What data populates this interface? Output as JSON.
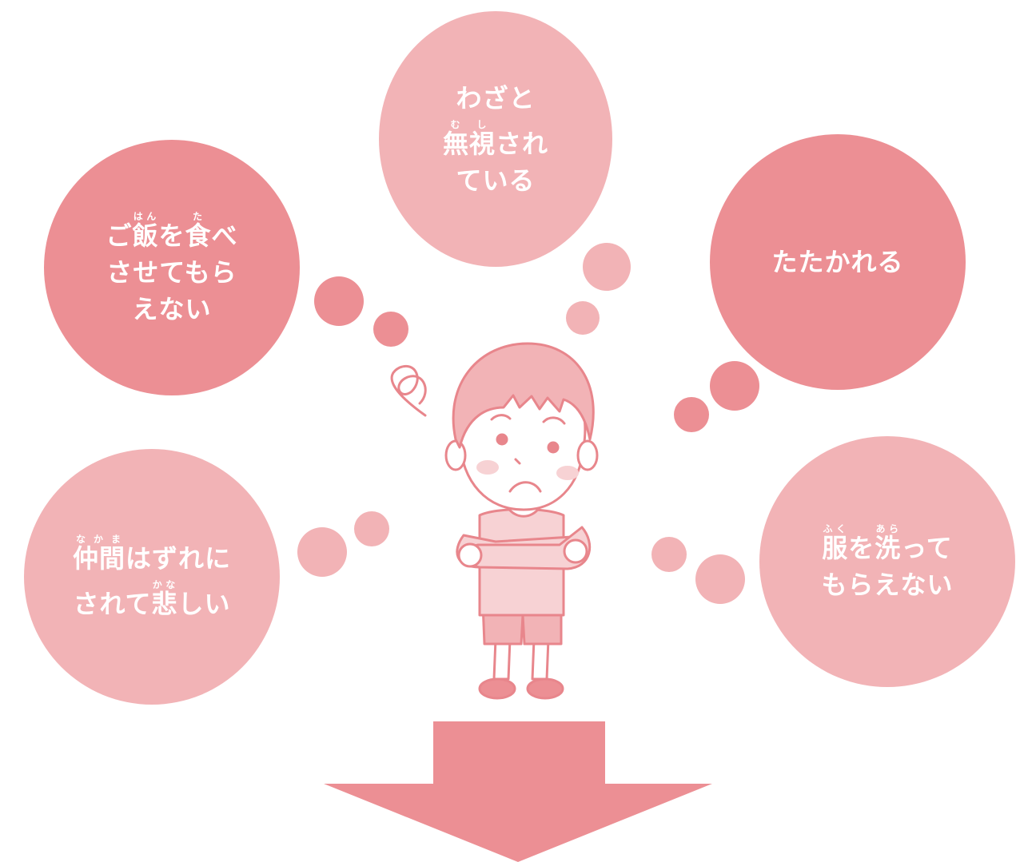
{
  "colors": {
    "dark": "#ec8f94",
    "light": "#f2b3b6",
    "outline": "#e8868c",
    "skin": "#ffffff",
    "shirt": "#f7d2d4"
  },
  "bubbles": {
    "top": {
      "lines": [
        [
          {
            "t": "わざと"
          }
        ],
        [
          {
            "t": "無視",
            "r": "むし"
          },
          {
            "t": "され"
          }
        ],
        [
          {
            "t": "ている"
          }
        ]
      ]
    },
    "left": {
      "lines": [
        [
          {
            "t": "ご"
          },
          {
            "t": "飯",
            "r": "はん"
          },
          {
            "t": "を"
          },
          {
            "t": "食",
            "r": "た"
          },
          {
            "t": "べ"
          }
        ],
        [
          {
            "t": "させてもら"
          }
        ],
        [
          {
            "t": "えない"
          }
        ]
      ]
    },
    "right": {
      "lines": [
        [
          {
            "t": "たたかれる"
          }
        ]
      ]
    },
    "bottom_left": {
      "lines": [
        [
          {
            "t": "仲間",
            "r": "なかま"
          },
          {
            "t": "はずれに"
          }
        ],
        [
          {
            "t": "されて"
          },
          {
            "t": "悲",
            "r": "かな"
          },
          {
            "t": "しい"
          }
        ]
      ]
    },
    "bottom_right": {
      "lines": [
        [
          {
            "t": "服",
            "r": "ふく"
          },
          {
            "t": "を"
          },
          {
            "t": "洗",
            "r": "あら"
          },
          {
            "t": "って"
          }
        ],
        [
          {
            "t": "もらえない"
          }
        ]
      ]
    }
  },
  "figure": {
    "icon": "troubled-boy-crossed-arms"
  },
  "arrow": {
    "icon": "down-arrow"
  }
}
